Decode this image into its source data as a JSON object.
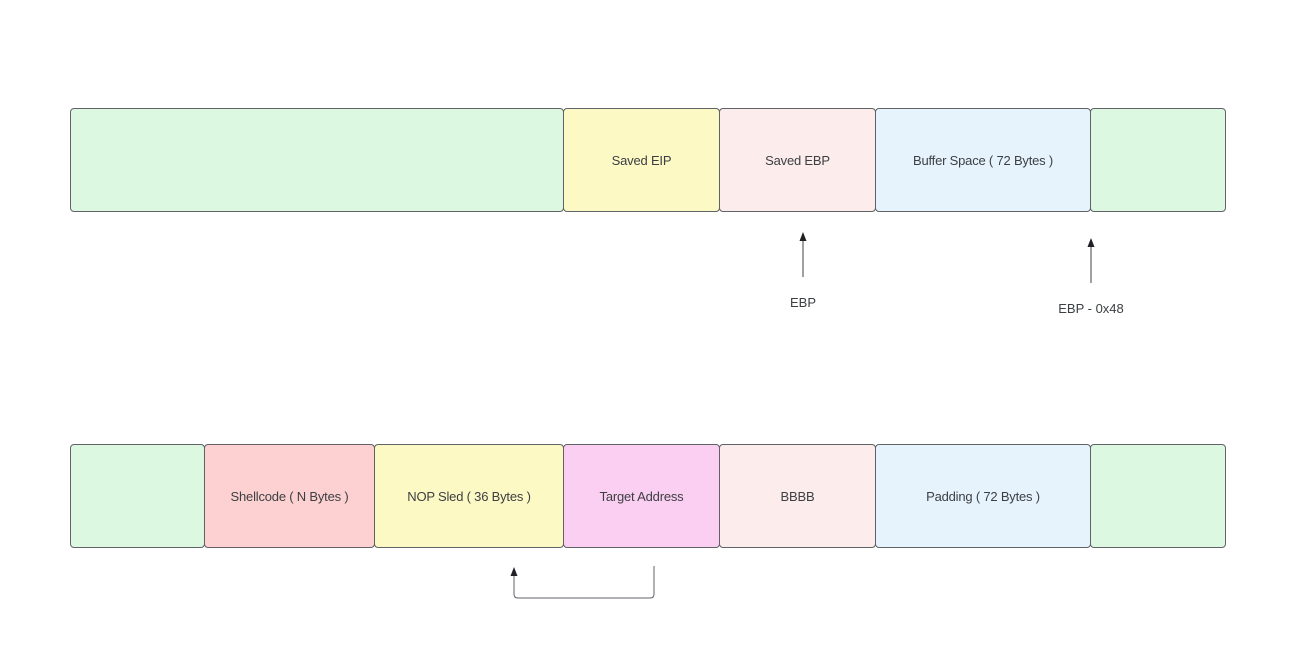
{
  "colors": {
    "green": "#dcf8e0",
    "yellow": "#fdf9c4",
    "pink": "#fdecec",
    "blue": "#e6f3fd",
    "red": "#fdd1d1",
    "magenta": "#fbcff2",
    "stroke": "#5f6368"
  },
  "stack_layout": {
    "cells": [
      "",
      "Saved EIP",
      "Saved EBP",
      "Buffer Space ( 72 Bytes )",
      ""
    ]
  },
  "pointers": {
    "ebp": "EBP",
    "ebp_minus": "EBP - 0x48"
  },
  "payload_layout": {
    "cells": [
      "",
      "Shellcode ( N Bytes )",
      "NOP Sled ( 36 Bytes )",
      "Target Address",
      "BBBB",
      "Padding ( 72 Bytes )",
      ""
    ]
  }
}
